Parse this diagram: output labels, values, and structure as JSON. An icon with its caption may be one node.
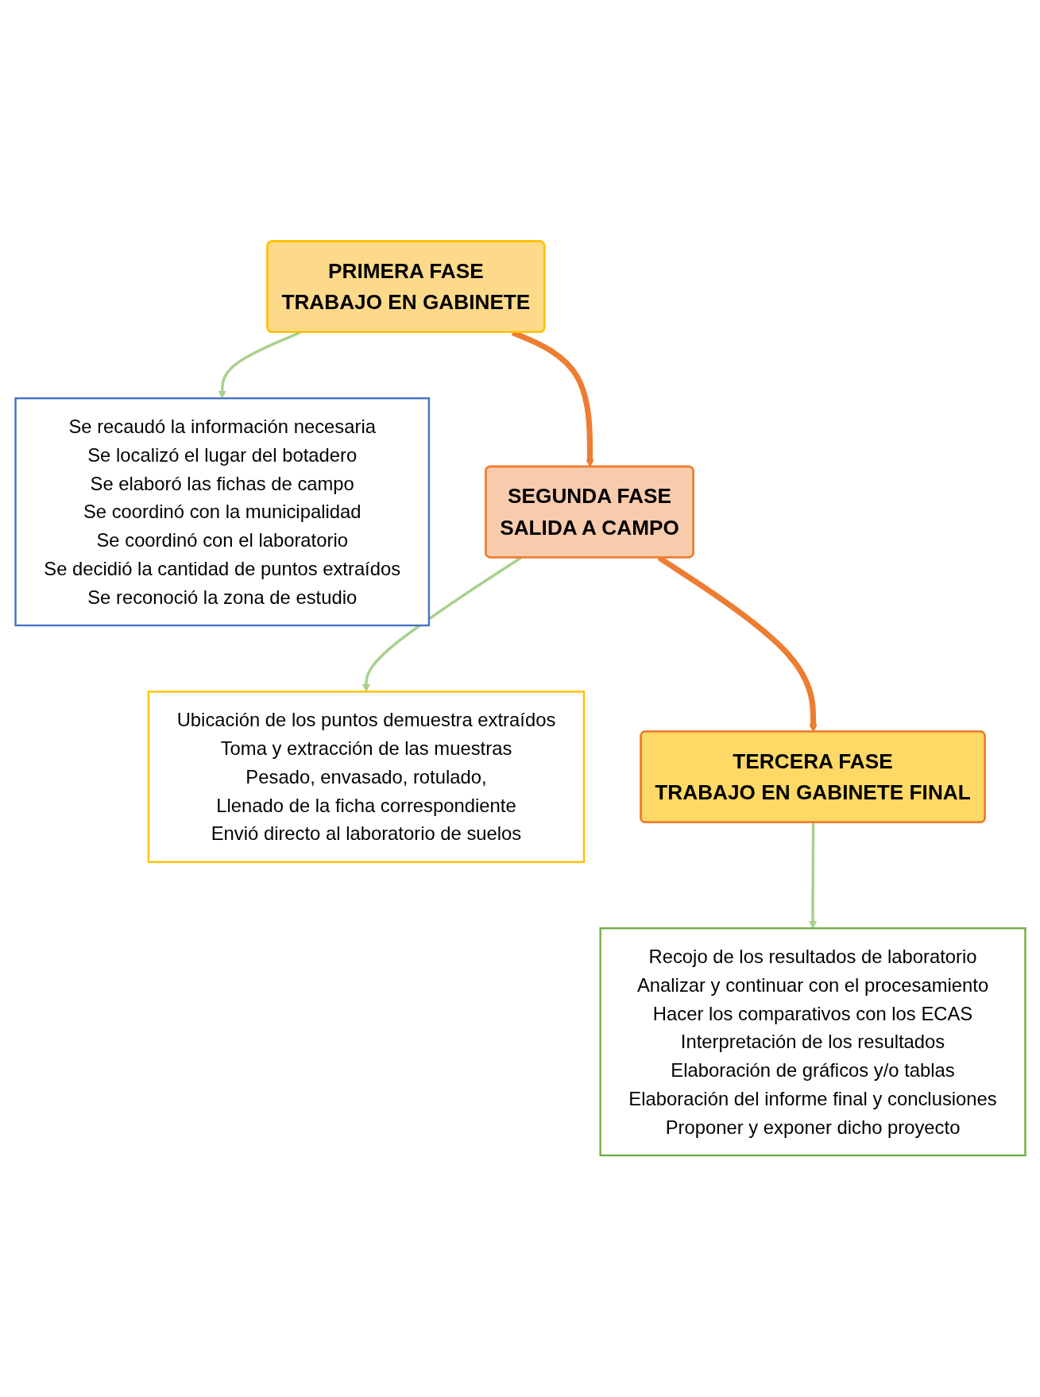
{
  "diagram": {
    "nodes": [
      {
        "text": [
          "PRIMERA FASE",
          "TRABAJO EN GABINETE"
        ]
      },
      {
        "text": [
          "Se recaudó la información necesaria",
          "Se localizó el lugar del botadero",
          "Se elaboró las fichas de campo",
          "Se coordinó con la municipalidad",
          "Se coordinó con el laboratorio",
          "Se decidió la cantidad de puntos extraídos",
          "Se reconoció la zona de estudio"
        ]
      },
      {
        "text": [
          "SEGUNDA FASE",
          "SALIDA A CAMPO"
        ]
      },
      {
        "text": [
          "Ubicación de los puntos demuestra extraídos",
          "Toma y extracción de las muestras",
          "Pesado, envasado, rotulado,",
          "Llenado de la ficha correspondiente",
          "Envió directo al laboratorio de suelos"
        ]
      },
      {
        "text": [
          "TERCERA FASE",
          "TRABAJO EN GABINETE FINAL"
        ]
      },
      {
        "text": [
          "Recojo de los resultados de laboratorio",
          "Analizar y continuar con el procesamiento",
          "Hacer los comparativos con los ECAS",
          "Interpretación de los resultados",
          "Elaboración de gráficos y/o tablas",
          "Elaboración del informe final y conclusiones",
          "Proponer y exponer dicho proyecto"
        ]
      }
    ],
    "edges": [
      {
        "from": 0,
        "to": 1,
        "arrow": "to"
      },
      {
        "from": 0,
        "to": 2,
        "arrow": "to",
        "style": "thick",
        "color": "#ed7d31"
      },
      {
        "from": 2,
        "to": 3,
        "arrow": "to"
      },
      {
        "from": 2,
        "to": 4,
        "arrow": "to",
        "style": "thick",
        "color": "#ed7d31"
      },
      {
        "from": 4,
        "to": 5,
        "arrow": "to"
      }
    ]
  }
}
